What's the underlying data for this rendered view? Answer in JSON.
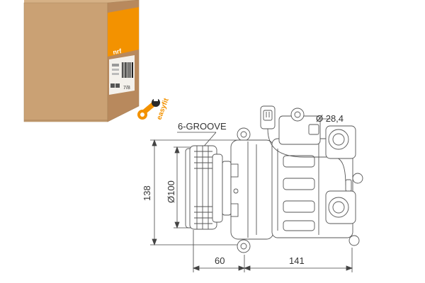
{
  "colors": {
    "box_front": "#caa174",
    "box_side": "#b8895d",
    "box_top": "#d6b186",
    "brand_orange": "#f39200",
    "line_art": "#555555",
    "dimension": "#444444"
  },
  "packaging": {
    "brand": "nrf",
    "label_code": "7/8"
  },
  "easyfit": {
    "text": "easyfit",
    "icon": "wrench-icon"
  },
  "drawing": {
    "groove_label": "6-GROOVE",
    "pipe_diameter_label": "Ø 28,4",
    "height_label": "138",
    "pulley_diameter_label": "Ø100",
    "pulley_offset_label": "60",
    "length_label": "141"
  }
}
